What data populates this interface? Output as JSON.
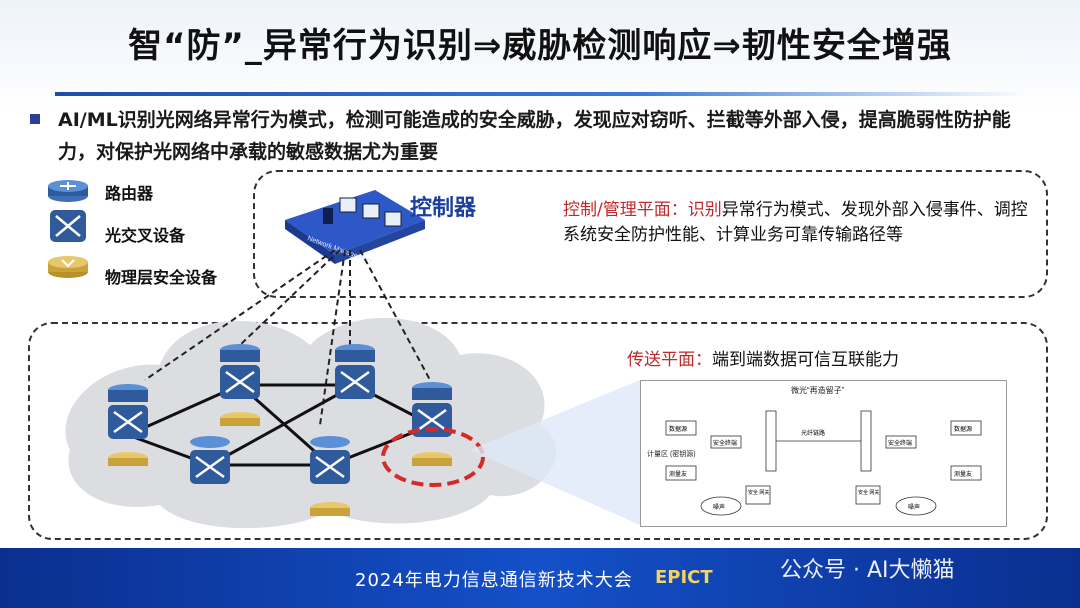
{
  "title": "智“防”_异常行为识别⇒威胁检测响应⇒韧性安全增强",
  "bullet": "AI/ML识别光网络异常行为模式，检测可能造成的安全威胁，发现应对窃听、拦截等外部入侵，提高脆弱性防护能力，对保护光网络中承载的敏感数据尤为重要",
  "legend": {
    "router": "路由器",
    "oxc": "光交叉设备",
    "physical": "物理层安全设备"
  },
  "controller": {
    "label": "控制器",
    "panel_text": "Network Management"
  },
  "control_plane": {
    "title": "控制/管理平面：",
    "lead": "识别",
    "text": "异常行为模式、发现外部入侵事件、调控系统安全防护性能、计算业务可靠传输路径等"
  },
  "transport_plane": {
    "title": "传送平面：",
    "text": "端到端数据可信互联能力"
  },
  "mini_diagram": {
    "top_label": "微光“再造留子”",
    "left_label": "计量区\n(密钥源)",
    "boxes": [
      "数据源",
      "测量友",
      "安全终端",
      "光纤链路",
      "安全终端",
      "数据源",
      "测量友"
    ],
    "lower_labels": [
      "安全\n网关",
      "安全\n网关"
    ],
    "cloud_labels": [
      "噪声",
      "噪声"
    ]
  },
  "footer": {
    "conference": "2024年电力信息通信新技术大会",
    "logo": "EPICT"
  },
  "watermark": "公众号 · AI大懒猫",
  "colors": {
    "accent_blue": "#1b3fa0",
    "accent_red": "#c0282a",
    "footer_blue": "#1450c8"
  }
}
